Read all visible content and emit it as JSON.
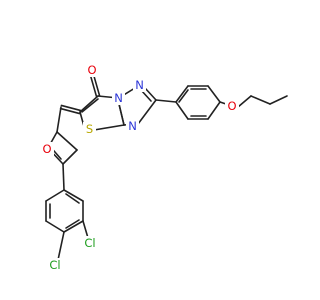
{
  "molecule": {
    "atoms": {
      "O1": {
        "label": "O"
      },
      "N1": {
        "label": "N"
      },
      "N2": {
        "label": "N"
      },
      "N3": {
        "label": "N"
      },
      "S1": {
        "label": "S"
      },
      "O2": {
        "label": "O"
      },
      "O3": {
        "label": "O"
      },
      "Cl1": {
        "label": "Cl"
      },
      "Cl2": {
        "label": "Cl"
      }
    }
  },
  "colors": {
    "bond": "#222222",
    "O": "#e8000b",
    "N": "#2b35d8",
    "S": "#b8a800",
    "Cl": "#1e9e1e"
  }
}
